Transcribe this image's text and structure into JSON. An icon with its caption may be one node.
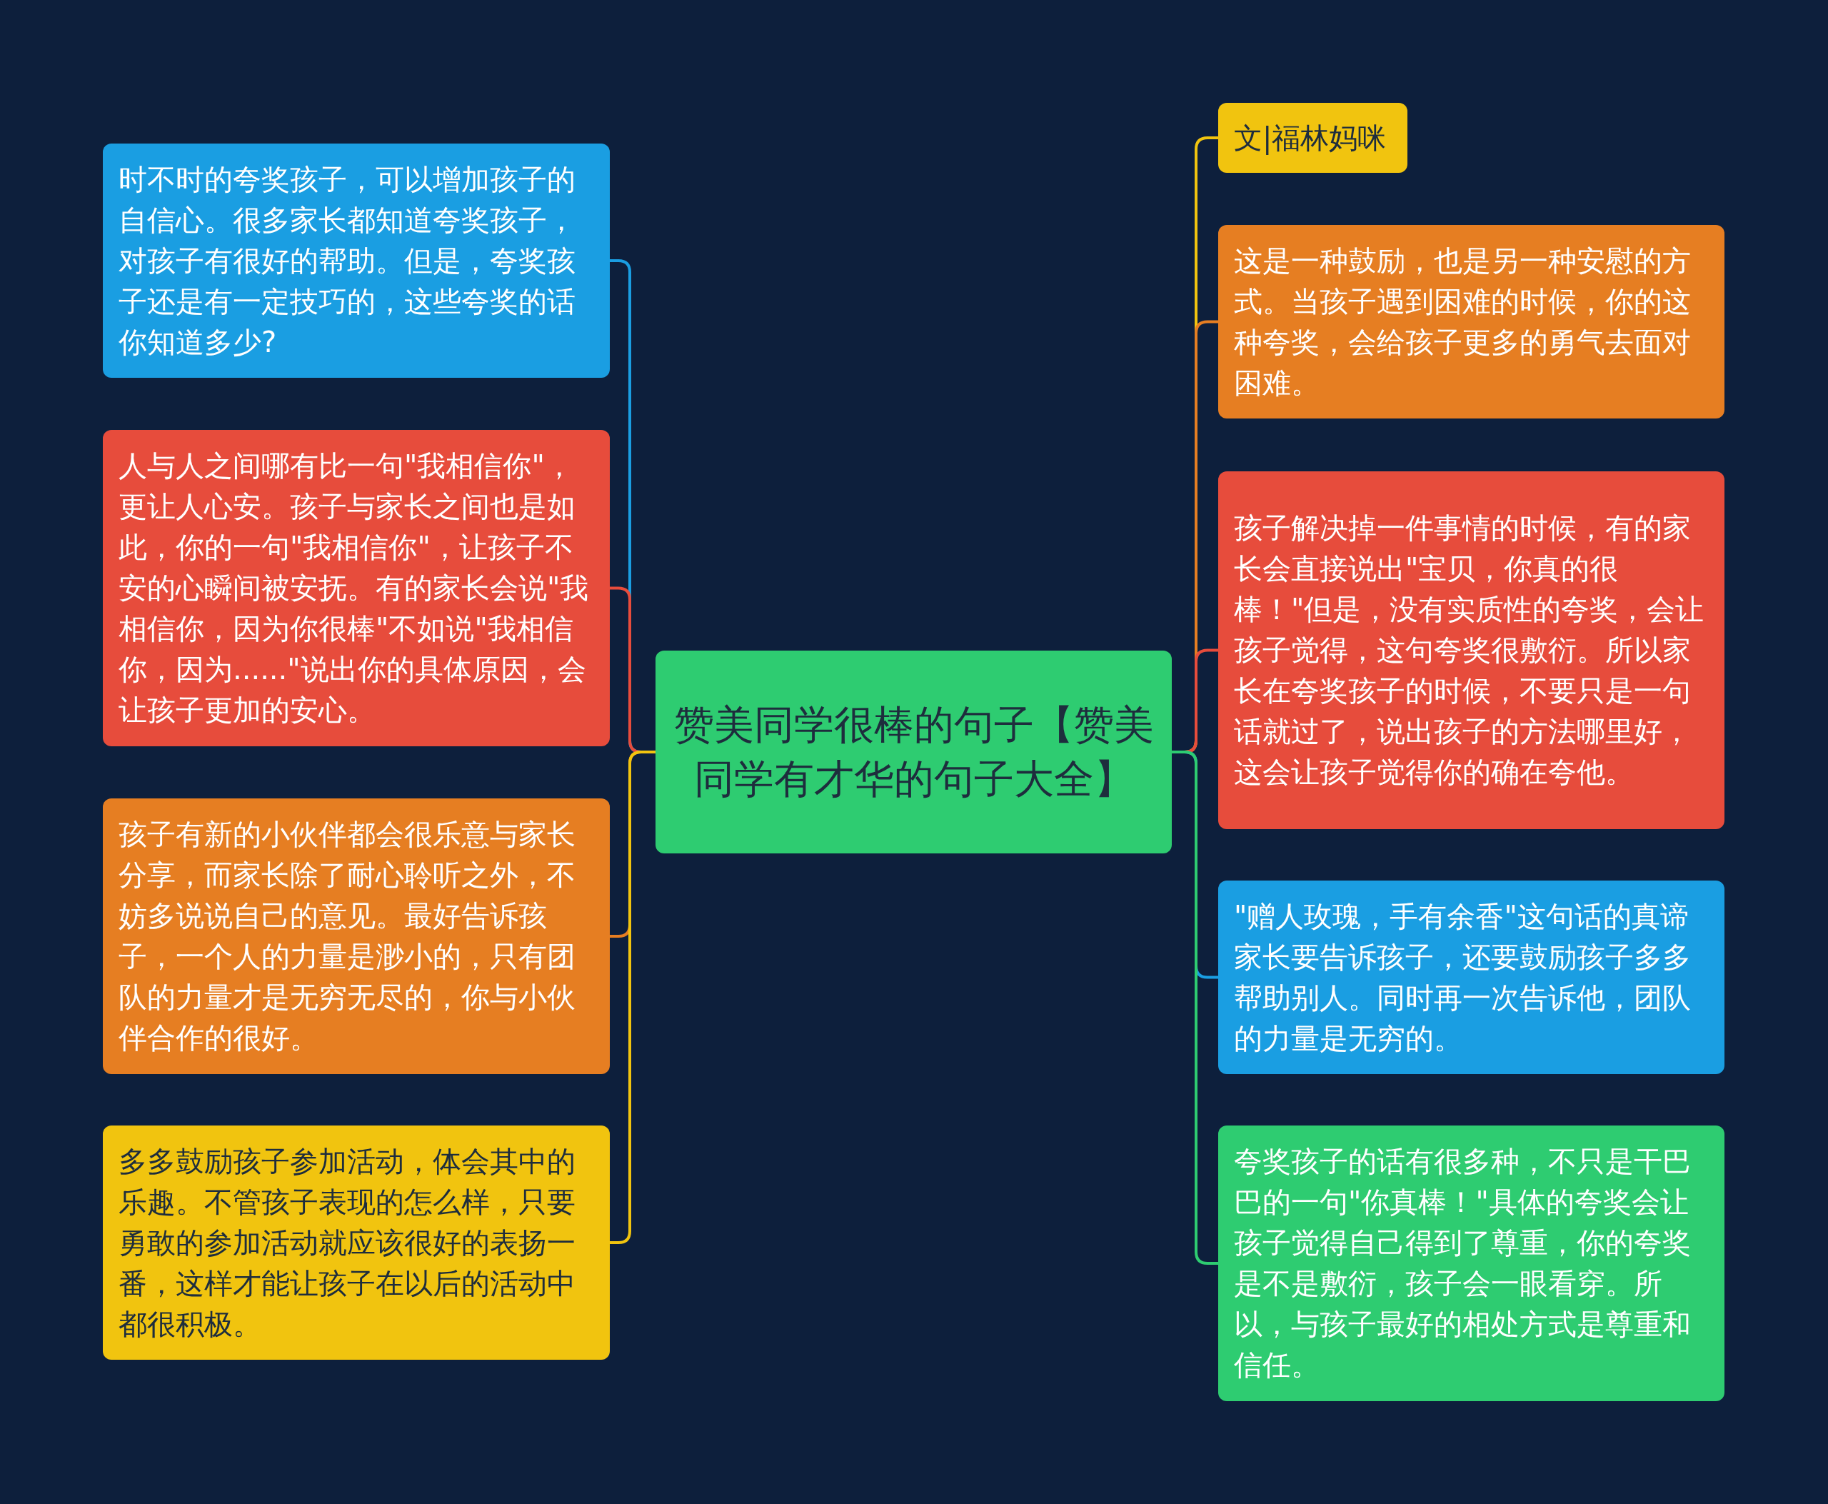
{
  "diagram": {
    "nodes": [
      {
        "text": [
          "赞美同学很棒的句子【赞美同学有才华的句子大全】"
        ]
      },
      {
        "text": [
          "时不时的夸奖孩子，可以增加孩子的自信心。很多家长都知道夸奖孩子，对孩子有很好的帮助。但是，夸奖孩子还是有一定技巧的，这些夸奖的话你知道多少?"
        ]
      },
      {
        "text": [
          "人与人之间哪有比一句\"我相信你\"，更让人心安。孩子与家长之间也是如此，你的一句\"我相信你\"，让孩子不安的心瞬间被安抚。有的家长会说\"我相信你，因为你很棒\"不如说\"我相信你，因为......\"说出你的具体原因，会让孩子更加的安心。"
        ]
      },
      {
        "text": [
          "孩子有新的小伙伴都会很乐意与家长分享，而家长除了耐心聆听之外，不妨多说说自己的意见。最好告诉孩子，一个人的力量是渺小的，只有团队的力量才是无穷无尽的，你与小伙伴合作的很好。"
        ]
      },
      {
        "text": [
          "多多鼓励孩子参加活动，体会其中的乐趣。不管孩子表现的怎么样，只要勇敢的参加活动就应该很好的表扬一番，这样才能让孩子在以后的活动中都很积极。"
        ]
      },
      {
        "text": [
          "文|福林妈咪"
        ]
      },
      {
        "text": [
          "这是一种鼓励，也是另一种安慰的方式。当孩子遇到困难的时候，你的这种夸奖，会给孩子更多的勇气去面对困难。"
        ]
      },
      {
        "text": [
          "孩子解决掉一件事情的时候，有的家长会直接说出\"宝贝，你真的很棒！\"但是，没有实质性的夸奖，会让孩子觉得，这句夸奖很敷衍。所以家长在夸奖孩子的时候，不要只是一句话就过了，说出孩子的方法哪里好，这会让孩子觉得你的确在夸他。"
        ]
      },
      {
        "text": [
          "\"赠人玫瑰，手有余香\"这句话的真谛家长要告诉孩子，还要鼓励孩子多多帮助别人。同时再一次告诉他，团队的力量是无穷的。"
        ]
      },
      {
        "text": [
          "夸奖孩子的话有很多种，不只是干巴巴的一句\"你真棒！\"具体的夸奖会让孩子觉得自己得到了尊重，你的夸奖是不是敷衍，孩子会一眼看穿。所以，与孩子最好的相处方式是尊重和信任。"
        ]
      }
    ],
    "edges": [
      {
        "from": 0,
        "to": 1,
        "arrow": "none",
        "color": "#1a9ee2"
      },
      {
        "from": 0,
        "to": 2,
        "arrow": "none",
        "color": "#e74c3c"
      },
      {
        "from": 0,
        "to": 3,
        "arrow": "none",
        "color": "#e67e22"
      },
      {
        "from": 0,
        "to": 4,
        "arrow": "none",
        "color": "#f1c40f"
      },
      {
        "from": 0,
        "to": 5,
        "arrow": "none",
        "color": "#f1c40f"
      },
      {
        "from": 0,
        "to": 6,
        "arrow": "none",
        "color": "#e67e22"
      },
      {
        "from": 0,
        "to": 7,
        "arrow": "none",
        "color": "#e74c3c"
      },
      {
        "from": 0,
        "to": 8,
        "arrow": "none",
        "color": "#1a9ee2"
      },
      {
        "from": 0,
        "to": 9,
        "arrow": "none",
        "color": "#2ecc71"
      }
    ]
  }
}
